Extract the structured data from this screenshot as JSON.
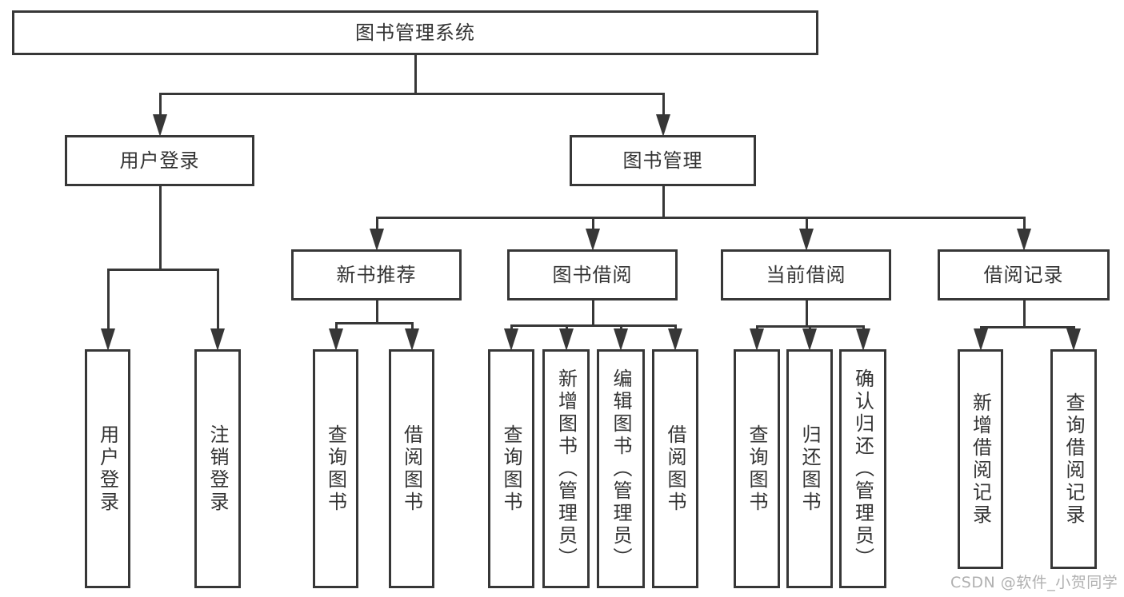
{
  "diagram": {
    "type": "tree",
    "orientation": "top-down",
    "nodes": {
      "root": {
        "label": "图书管理系统"
      },
      "login": {
        "label": "用户登录"
      },
      "mgmt": {
        "label": "图书管理"
      },
      "rec": {
        "label": "新书推荐"
      },
      "borrow": {
        "label": "图书借阅"
      },
      "current": {
        "label": "当前借阅"
      },
      "records": {
        "label": "借阅记录"
      },
      "login_user": {
        "label": "用户登录"
      },
      "login_logout": {
        "label": "注销登录"
      },
      "rec_query": {
        "label": "查询图书"
      },
      "rec_borrow": {
        "label": "借阅图书"
      },
      "borrow_query": {
        "label": "查询图书"
      },
      "borrow_add": {
        "label": "新增图书（管理员）"
      },
      "borrow_edit": {
        "label": "编辑图书（管理员）"
      },
      "borrow_borrow": {
        "label": "借阅图书"
      },
      "current_query": {
        "label": "查询图书"
      },
      "current_return": {
        "label": "归还图书"
      },
      "current_confirm": {
        "label": "确认归还（管理员）"
      },
      "records_add": {
        "label": "新增借阅记录"
      },
      "records_query": {
        "label": "查询借阅记录"
      }
    },
    "edges": [
      [
        "root",
        "login"
      ],
      [
        "root",
        "mgmt"
      ],
      [
        "login",
        "login_user"
      ],
      [
        "login",
        "login_logout"
      ],
      [
        "mgmt",
        "rec"
      ],
      [
        "mgmt",
        "borrow"
      ],
      [
        "mgmt",
        "current"
      ],
      [
        "mgmt",
        "records"
      ],
      [
        "rec",
        "rec_query"
      ],
      [
        "rec",
        "rec_borrow"
      ],
      [
        "borrow",
        "borrow_query"
      ],
      [
        "borrow",
        "borrow_add"
      ],
      [
        "borrow",
        "borrow_edit"
      ],
      [
        "borrow",
        "borrow_borrow"
      ],
      [
        "current",
        "current_query"
      ],
      [
        "current",
        "current_return"
      ],
      [
        "current",
        "current_confirm"
      ],
      [
        "records",
        "records_add"
      ],
      [
        "records",
        "records_query"
      ]
    ]
  },
  "watermark": {
    "text": "CSDN @软件_小贺同学"
  },
  "colors": {
    "line": "#373737",
    "text": "#333333",
    "watermark": "#b0b0b0",
    "background": "#ffffff"
  }
}
